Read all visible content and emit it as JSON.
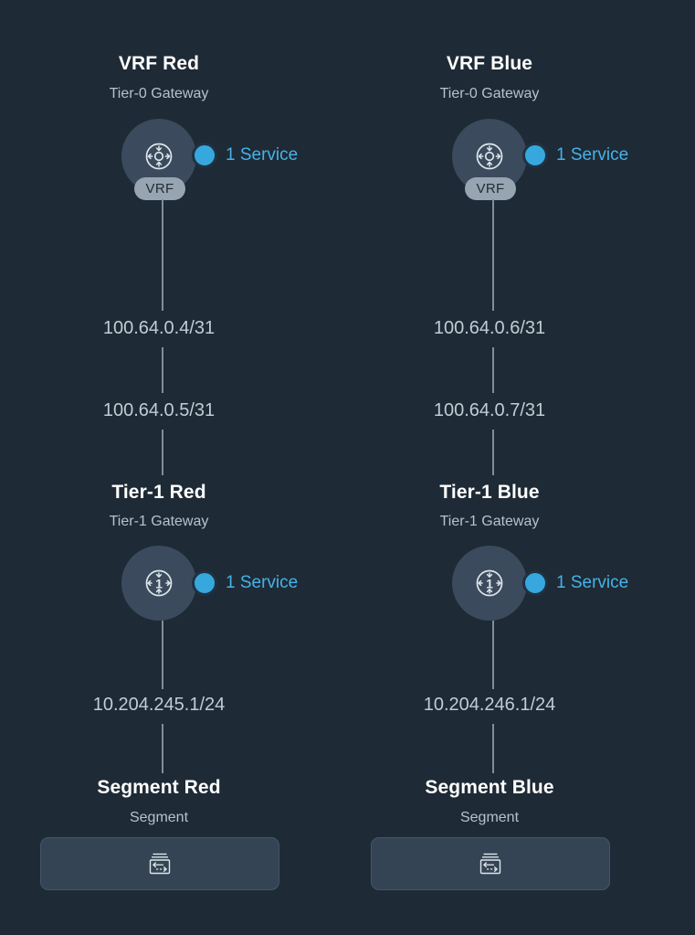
{
  "theme": {
    "background": "#1e2a35",
    "node_fill": "#3b4b5d",
    "accent_blue": "#37a8de",
    "label_blue": "#46b2e8",
    "segment_fill": "#344454",
    "connector": "#7f8e9b",
    "title_color": "#ffffff",
    "subtitle_color": "#b6c2cc",
    "pill_fill": "#97a5b2"
  },
  "columns": [
    {
      "id": "red",
      "tier0": {
        "title": "VRF Red",
        "subtitle": "Tier-0 Gateway",
        "icon": "tier0-router-icon",
        "badge_label": "VRF",
        "service_label": "1 Service",
        "service_icon": "service-dot-icon"
      },
      "link_top": {
        "upper_ip": "100.64.0.4/31",
        "lower_ip": "100.64.0.5/31"
      },
      "tier1": {
        "title": "Tier-1 Red",
        "subtitle": "Tier-1 Gateway",
        "icon": "tier1-router-icon",
        "service_label": "1 Service",
        "service_icon": "service-dot-icon"
      },
      "link_bottom": {
        "ip": "10.204.245.1/24"
      },
      "segment": {
        "title": "Segment Red",
        "subtitle": "Segment",
        "icon": "segment-switch-icon"
      }
    },
    {
      "id": "blue",
      "tier0": {
        "title": "VRF Blue",
        "subtitle": "Tier-0 Gateway",
        "icon": "tier0-router-icon",
        "badge_label": "VRF",
        "service_label": "1 Service",
        "service_icon": "service-dot-icon"
      },
      "link_top": {
        "upper_ip": "100.64.0.6/31",
        "lower_ip": "100.64.0.7/31"
      },
      "tier1": {
        "title": "Tier-1 Blue",
        "subtitle": "Tier-1 Gateway",
        "icon": "tier1-router-icon",
        "service_label": "1 Service",
        "service_icon": "service-dot-icon"
      },
      "link_bottom": {
        "ip": "10.204.246.1/24"
      },
      "segment": {
        "title": "Segment Blue",
        "subtitle": "Segment",
        "icon": "segment-switch-icon"
      }
    }
  ]
}
